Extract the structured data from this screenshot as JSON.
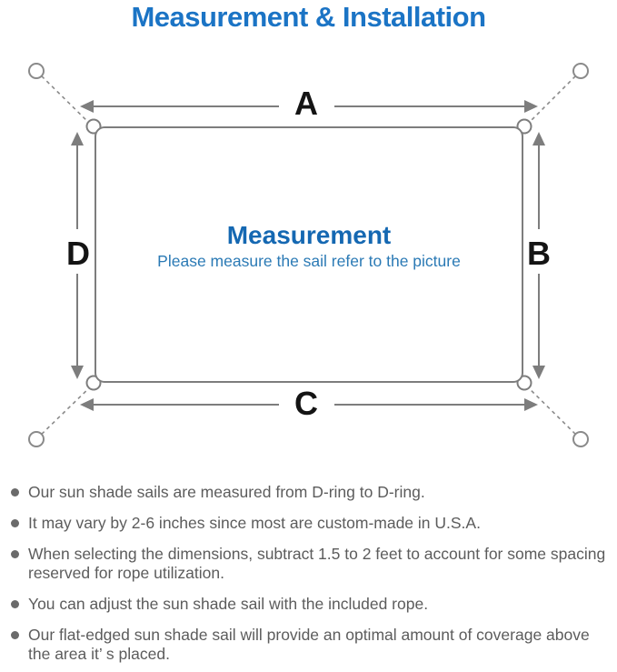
{
  "title": "Measurement & Installation",
  "diagram": {
    "heading": "Measurement",
    "subheading": "Please measure the sail refer to the picture",
    "labels": {
      "top": "A",
      "right": "B",
      "bottom": "C",
      "left": "D"
    }
  },
  "notes": [
    "Our sun shade sails are measured from D-ring to D-ring.",
    "It may vary by 2-6 inches since most are custom-made in U.S.A.",
    "When selecting the dimensions, subtract 1.5 to 2 feet to account for some spacing reserved for rope utilization.",
    "You can adjust the sun shade sail with the included rope.",
    "Our flat-edged sun shade sail will provide an optimal amount of coverage above the area it’ s placed."
  ],
  "colors": {
    "title_blue": "#1b74c5",
    "heading_blue": "#1568b2",
    "subheading_blue": "#2b7ab5",
    "line_gray": "#7d7d7d",
    "ring_gray": "#8a8a8a",
    "label_black": "#141414",
    "note_text_gray": "#5c5c5c"
  }
}
